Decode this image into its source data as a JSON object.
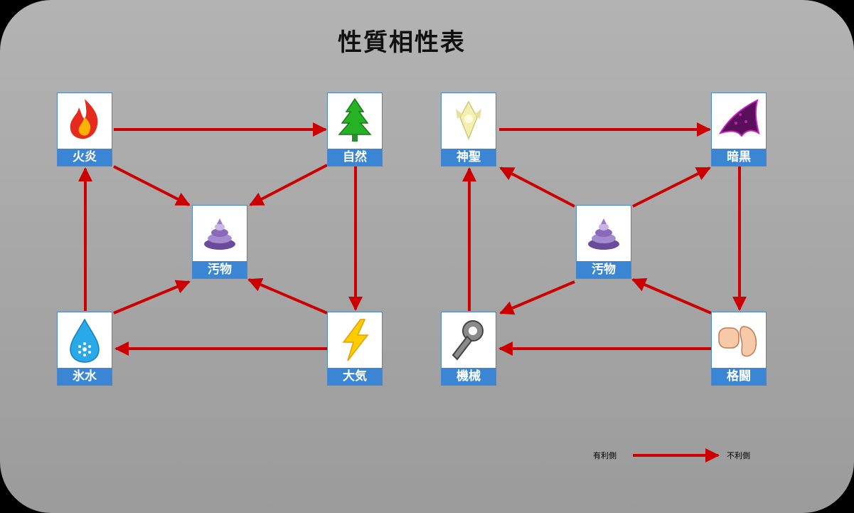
{
  "title": "性質相性表",
  "colors": {
    "arrow": "#cc0000",
    "label_bg": "#3a86d4",
    "background": "#a8a8a8"
  },
  "nodes": {
    "fire": {
      "label": "火炎",
      "icon": "fire-icon"
    },
    "nature": {
      "label": "自然",
      "icon": "tree-icon"
    },
    "filth_left": {
      "label": "汚物",
      "icon": "filth-icon"
    },
    "ice": {
      "label": "氷水",
      "icon": "water-drop-icon"
    },
    "air": {
      "label": "大気",
      "icon": "lightning-icon"
    },
    "holy": {
      "label": "神聖",
      "icon": "holy-crystal-icon"
    },
    "dark": {
      "label": "暗黒",
      "icon": "dark-wing-icon"
    },
    "filth_right": {
      "label": "汚物",
      "icon": "filth-icon"
    },
    "machine": {
      "label": "機械",
      "icon": "wrench-icon"
    },
    "fight": {
      "label": "格闘",
      "icon": "fist-foot-icon"
    }
  },
  "relations": [
    {
      "from": "火炎",
      "to": "自然"
    },
    {
      "from": "自然",
      "to": "大気"
    },
    {
      "from": "大気",
      "to": "氷水"
    },
    {
      "from": "氷水",
      "to": "火炎"
    },
    {
      "from": "火炎",
      "to": "汚物"
    },
    {
      "from": "自然",
      "to": "汚物"
    },
    {
      "from": "大気",
      "to": "汚物"
    },
    {
      "from": "氷水",
      "to": "汚物"
    },
    {
      "from": "神聖",
      "to": "暗黒"
    },
    {
      "from": "暗黒",
      "to": "格闘"
    },
    {
      "from": "格闘",
      "to": "機械"
    },
    {
      "from": "機械",
      "to": "神聖"
    },
    {
      "from": "汚物",
      "to": "神聖"
    },
    {
      "from": "汚物",
      "to": "暗黒"
    },
    {
      "from": "格闘",
      "to": "汚物"
    },
    {
      "from": "汚物",
      "to": "機械"
    }
  ],
  "legend": {
    "advantage": "有利側",
    "disadvantage": "不利側"
  }
}
